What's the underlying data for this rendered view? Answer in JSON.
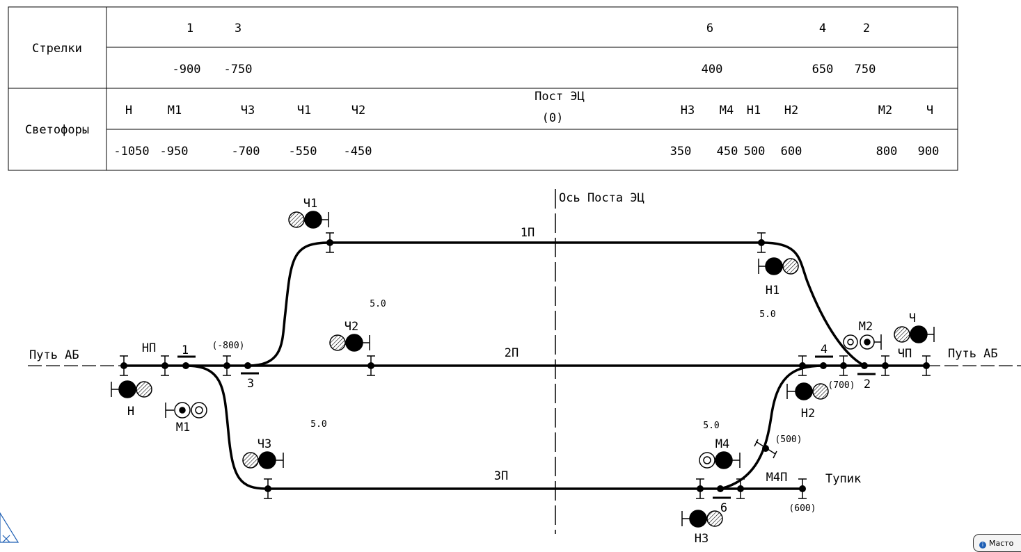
{
  "table": {
    "row_switches": "Стрелки",
    "row_signals": "Светофоры",
    "switch_names": [
      "1",
      "3",
      "6",
      "4",
      "2"
    ],
    "switch_coords": [
      "-900",
      "-750",
      "400",
      "650",
      "750"
    ],
    "signal_names": [
      "Н",
      "М1",
      "Ч3",
      "Ч1",
      "Ч2",
      "Н3",
      "М4",
      "Н1",
      "Н2",
      "М2",
      "Ч"
    ],
    "signal_coords": [
      "-1050",
      "-950",
      "-700",
      "-550",
      "-450",
      "350",
      "450",
      "500",
      "600",
      "800",
      "900"
    ],
    "post_line1": "Пост ЭЦ",
    "post_line2": "(0)"
  },
  "diagram": {
    "axis_label": "Ось Поста ЭЦ",
    "left_label": "Путь АБ",
    "right_label": "Путь АБ",
    "tracks": [
      "1П",
      "2П",
      "3П"
    ],
    "sections": {
      "np": "НП",
      "chp": "ЧП",
      "m4p": "М4П"
    },
    "dead_end": "Тупик",
    "switches": {
      "s1": "1",
      "s2": "2",
      "s3": "3",
      "s4": "4",
      "s6": "6"
    },
    "signals": {
      "n": "Н",
      "m1": "М1",
      "ch1": "Ч1",
      "ch2": "Ч2",
      "ch3": "Ч3",
      "n1": "Н1",
      "n2": "Н2",
      "n3": "Н3",
      "m2": "М2",
      "m4": "М4",
      "ch": "Ч"
    },
    "coords": {
      "c_800": "(-800)",
      "c700": "(700)",
      "c500": "(500)",
      "c600": "(600)"
    },
    "slopes": {
      "s1": "5.0",
      "s2": "5.0",
      "s3": "5.0",
      "s4": "5.0"
    }
  },
  "cad": {
    "tab_label": "Масто"
  }
}
